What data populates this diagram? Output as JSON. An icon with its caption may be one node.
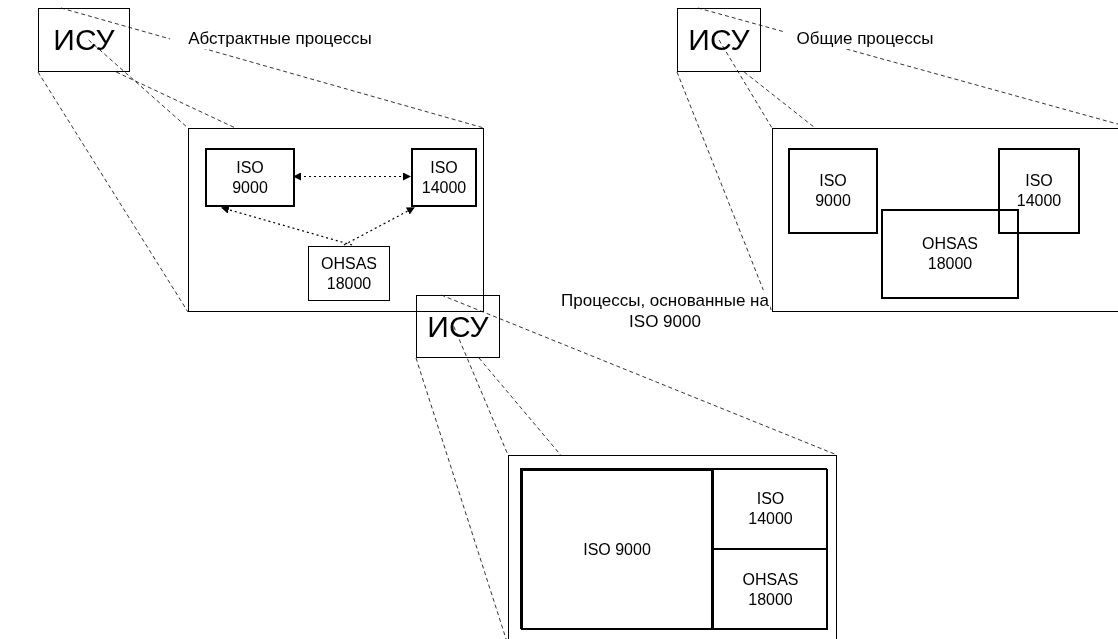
{
  "diagram": {
    "nodes": [
      {
        "text": [
          "ИСУ"
        ]
      },
      {
        "text": [],
        "shape": "box"
      },
      {
        "text": [
          "ISO 9000"
        ],
        "in": 1
      },
      {
        "text": [
          "ISO 14000"
        ],
        "in": 1
      },
      {
        "text": [
          "OHSAS 18000"
        ],
        "in": 1
      },
      {
        "text": [
          "ИСУ"
        ]
      },
      {
        "text": [],
        "shape": "box"
      },
      {
        "text": [
          "ISO 9000"
        ],
        "in": 6
      },
      {
        "text": [
          "ISO 14000"
        ],
        "in": 6
      },
      {
        "text": [
          "OHSAS 18000"
        ],
        "in": 6
      },
      {
        "text": [
          "ИСУ"
        ]
      },
      {
        "text": [],
        "shape": "box"
      },
      {
        "text": [],
        "shape": "box",
        "in": 11
      },
      {
        "text": [
          "ISO 9000"
        ],
        "in": 12
      },
      {
        "text": [
          "ISO 14000"
        ],
        "in": 12
      },
      {
        "text": [
          "OHSAS 18000"
        ],
        "in": 12
      }
    ],
    "edges": [
      {
        "from": 0,
        "to": 1,
        "arrow": "none",
        "style": "dashed"
      },
      {
        "from": 0,
        "to": 1,
        "arrow": "none",
        "style": "dashed"
      },
      {
        "from": 0,
        "to": 1,
        "arrow": "none",
        "style": "dashed"
      },
      {
        "from": 0,
        "to": 1,
        "arrow": "none",
        "style": "dashed"
      },
      {
        "from": 2,
        "to": 3,
        "arrow": "both",
        "style": "dashed"
      },
      {
        "from": 4,
        "to": 2,
        "arrow": "to",
        "style": "dashed"
      },
      {
        "from": 4,
        "to": 3,
        "arrow": "to",
        "style": "dashed"
      },
      {
        "from": 5,
        "to": 6,
        "arrow": "none",
        "style": "dashed"
      },
      {
        "from": 5,
        "to": 6,
        "arrow": "none",
        "style": "dashed"
      },
      {
        "from": 5,
        "to": 6,
        "arrow": "none",
        "style": "dashed"
      },
      {
        "from": 5,
        "to": 6,
        "arrow": "none",
        "style": "dashed"
      },
      {
        "from": 10,
        "to": 11,
        "arrow": "none",
        "style": "dashed"
      },
      {
        "from": 10,
        "to": 11,
        "arrow": "none",
        "style": "dashed"
      },
      {
        "from": 10,
        "to": 11,
        "arrow": "none",
        "style": "dashed"
      },
      {
        "from": 10,
        "to": 11,
        "arrow": "none",
        "style": "dashed"
      }
    ],
    "labels": [
      "Абстрактные процессы",
      "Общие процессы",
      "Процессы, основанные на ISO 9000"
    ]
  }
}
